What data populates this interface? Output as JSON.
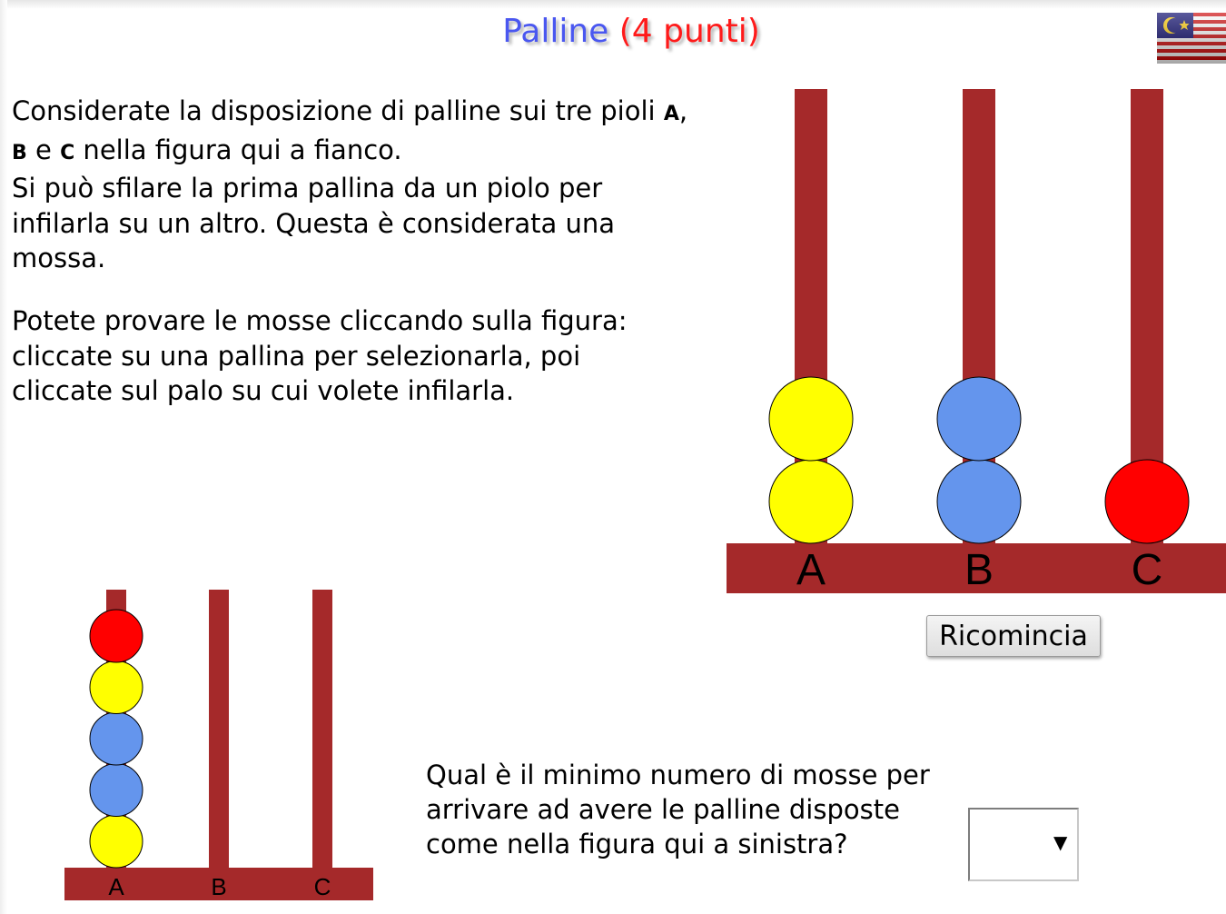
{
  "title": {
    "part1": "Palline",
    "part2": "(4 punti)"
  },
  "flag": {
    "name": "malaysia-flag-icon"
  },
  "intro": {
    "line1_pre": "Considerate la disposizione di palline sui tre pioli ",
    "peg_a": "A",
    "sep1": ", ",
    "peg_b": "B",
    "sep2": " e ",
    "peg_c": "C",
    "line1_post": " nella figura qui a fianco.",
    "line2": "Si può sfilare la prima pallina da un piolo per infilarla su un altro. Questa è considerata una mossa."
  },
  "instructions": "Potete provare le mosse cliccando sulla figura: cliccate su una pallina per selezionarla, poi cliccate sul palo su cui volete infilarla.",
  "puzzle": {
    "pegs": [
      {
        "label": "A",
        "balls": [
          "#ffff00",
          "#ffff00"
        ]
      },
      {
        "label": "B",
        "balls": [
          "#6495ed",
          "#6495ed"
        ]
      },
      {
        "label": "C",
        "balls": [
          "#ff0000"
        ]
      }
    ]
  },
  "target": {
    "pegs": [
      {
        "label": "A",
        "balls": [
          "#ffff00",
          "#6495ed",
          "#6495ed",
          "#ffff00",
          "#ff0000"
        ]
      },
      {
        "label": "B",
        "balls": []
      },
      {
        "label": "C",
        "balls": []
      }
    ]
  },
  "colors": {
    "post": "#a5292a",
    "yellow": "#ffff00",
    "blue": "#6495ed",
    "red": "#ff0000"
  },
  "restart_label": "Ricomincia",
  "question": "Qual è il minimo numero di mosse per arrivare ad avere le palline disposte come nella figura qui a sinistra?",
  "answer": {
    "selected": "",
    "arrow": "▼"
  }
}
